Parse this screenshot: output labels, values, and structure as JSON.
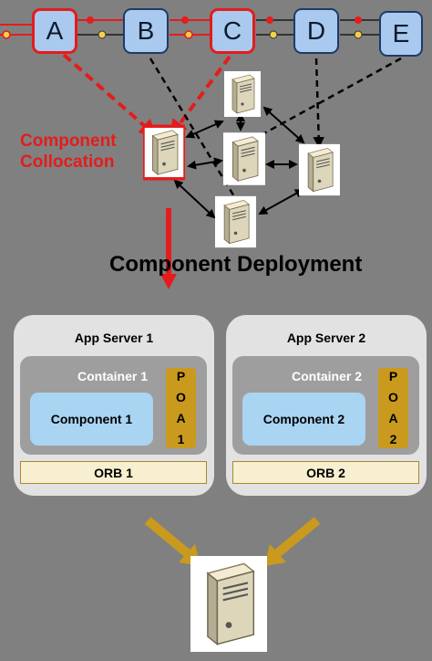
{
  "components": [
    {
      "label": "A",
      "style": "red"
    },
    {
      "label": "B",
      "style": "blue"
    },
    {
      "label": "C",
      "style": "red"
    },
    {
      "label": "D",
      "style": "blue"
    },
    {
      "label": "E",
      "style": "blue"
    }
  ],
  "collocation_label_line1": "Component",
  "collocation_label_line2": "Collocation",
  "deployment_title": "Component Deployment",
  "app_servers": [
    {
      "title": "App Server 1",
      "container": "Container 1",
      "component": "Component 1",
      "poa": [
        "P",
        "O",
        "A",
        "1"
      ],
      "orb": "ORB 1"
    },
    {
      "title": "App Server 2",
      "container": "Container 2",
      "component": "Component 2",
      "poa": [
        "P",
        "O",
        "A",
        "2"
      ],
      "orb": "ORB 2"
    }
  ],
  "colors": {
    "background": "#808080",
    "red": "#e41c1c",
    "component_fill": "#a9c9ee",
    "gold_arrow": "#c99a1d"
  },
  "icons": [
    "server-icon",
    "port-icon",
    "arrow-icon"
  ]
}
